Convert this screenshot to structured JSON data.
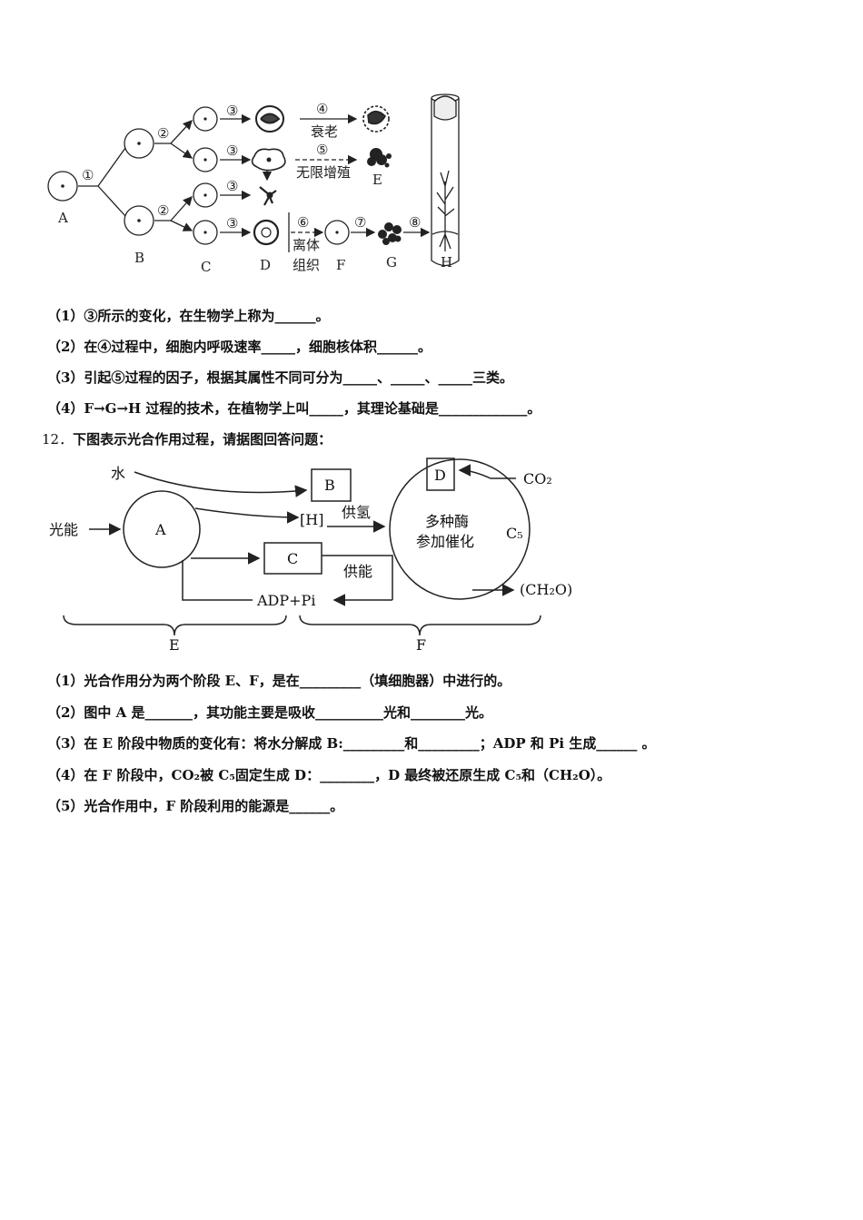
{
  "figure1": {
    "process_labels": [
      "①",
      "②",
      "②",
      "③",
      "③",
      "③",
      "③",
      "④",
      "衰老",
      "⑤",
      "无限增殖",
      "⑥",
      "离体",
      "组织",
      "⑦",
      "⑧"
    ],
    "node_labels": [
      "A",
      "B",
      "C",
      "D",
      "E",
      "F",
      "G",
      "H"
    ]
  },
  "q11": {
    "lines": [
      "（1）③所示的变化，在生物学上称为______。",
      "（2）在④过程中，细胞内呼吸速率_____，细胞核体积______。",
      "（3）引起⑤过程的因子，根据其属性不同可分为_____、_____、_____三类。",
      "（4）F→G→H 过程的技术，在植物学上叫_____，其理论基础是_____________。"
    ]
  },
  "q12": {
    "number": "12．",
    "title": "下图表示光合作用过程，请据图回答问题：",
    "lines": [
      "（1）光合作用分为两个阶段 E、F，是在_________（填细胞器）中进行的。",
      "（2）图中 A 是_______，其功能主要是吸收__________光和________光。",
      "（3）在 E 阶段中物质的变化有：将水分解成 B:_________和_________；ADP 和 Pi 生成______ 。",
      "（4）在 F 阶段中，CO₂被 C₅固定生成 D：________，D 最终被还原生成 C₅和（CH₂O）。",
      "（5）光合作用中，F 阶段利用的能源是______。"
    ]
  },
  "figure2": {
    "labels": {
      "water": "水",
      "light": "光能",
      "A": "A",
      "B": "B",
      "C": "C",
      "D": "D",
      "H": "[H]",
      "supply_h": "供氢",
      "supply_energy": "供能",
      "co2": "CO₂",
      "c5": "C₅",
      "enzyme_line1": "多种酶",
      "enzyme_line2": "参加催化",
      "adp": "ADP+Pi",
      "ch2o": "(CH₂O)",
      "E": "E",
      "F": "F"
    }
  }
}
